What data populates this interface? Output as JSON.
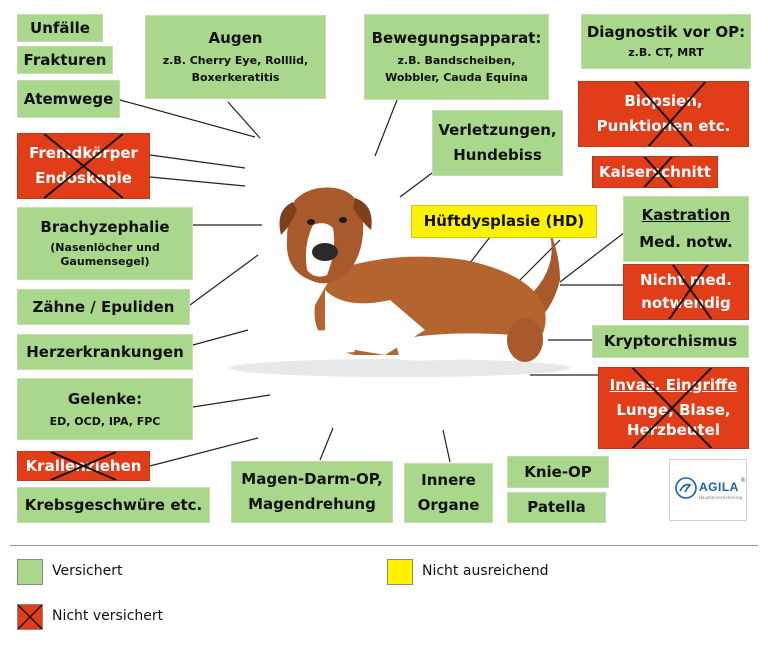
{
  "colors": {
    "green": "#a9d78c",
    "red": "#e23d19",
    "yellow": "#fff200"
  },
  "boxes": {
    "unfaelle": "Unfälle",
    "frakturen": "Frakturen",
    "atemwege": "Atemwege",
    "fremdkoerper": {
      "l1": "Fremdkörper",
      "l2": "Endoskopie"
    },
    "brachy": {
      "l1": "Brachyzephalie",
      "l2": "(Nasenlöcher und",
      "l3": "Gaumensegel)"
    },
    "zaehne": "Zähne / Epuliden",
    "herz": "Herzerkrankungen",
    "gelenke": {
      "l1": "Gelenke:",
      "l2": "ED, OCD, IPA, FPC"
    },
    "krallen": "Krallenziehen",
    "krebs": "Krebsgeschwüre etc.",
    "augen": {
      "l1": "Augen",
      "l2": "z.B. Cherry Eye, Rolllid,",
      "l3": "Boxerkeratitis"
    },
    "bewegung": {
      "l1": "Bewegungsapparat:",
      "l2": "z.B. Bandscheiben,",
      "l3": "Wobbler, Cauda Equina"
    },
    "diagnostik": {
      "l1": "Diagnostik vor OP:",
      "l2": "z.B. CT, MRT"
    },
    "biopsien": {
      "l1": "Biopsien,",
      "l2": "Punktionen etc."
    },
    "verletzungen": {
      "l1": "Verletzungen,",
      "l2": "Hundebiss"
    },
    "kaiserschnitt": "Kaiserschnitt",
    "hd": "Hüftdysplasie (HD)",
    "kastration": {
      "l1": "Kastration",
      "l2": "Med. notw."
    },
    "nicht_med": {
      "l1": "Nicht med.",
      "l2": "notwendig"
    },
    "kryptorchismus": "Kryptorchismus",
    "invasiv": {
      "l1": "Invas. Eingriffe",
      "l2": "Lunge, Blase,",
      "l3": "Herzbeutel"
    },
    "knie": "Knie-OP",
    "patella": "Patella",
    "magen": {
      "l1": "Magen-Darm-OP,",
      "l2": "Magendrehung"
    },
    "innere": {
      "l1": "Innere",
      "l2": "Organe"
    }
  },
  "logo": {
    "name": "AGILA",
    "mark": "®",
    "tagline": "Haustierversicherung"
  },
  "legend": {
    "versichert": "Versichert",
    "nicht_ausreichend": "Nicht ausreichend",
    "nicht_versichert": "Nicht versichert"
  }
}
